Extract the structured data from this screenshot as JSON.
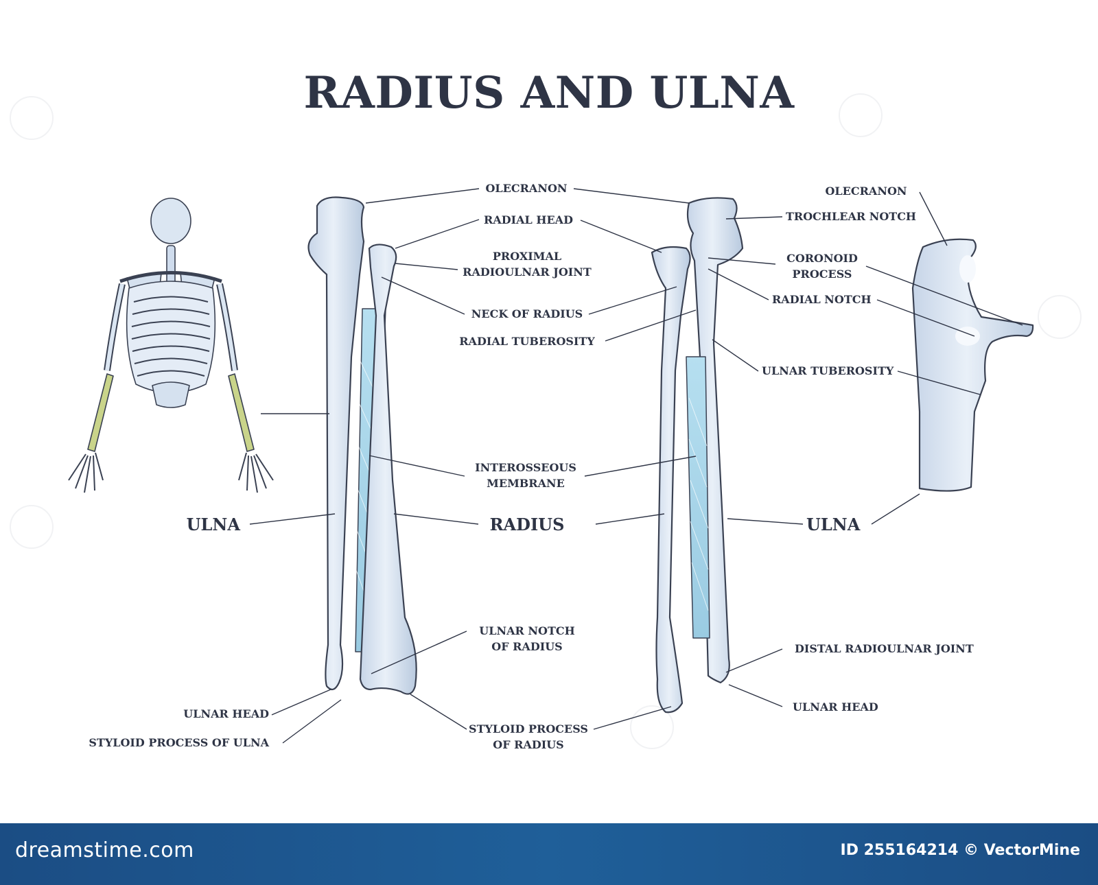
{
  "title": "RADIUS AND ULNA",
  "labels": {
    "olecranon": "OLECRANON",
    "radial_head": "RADIAL HEAD",
    "proximal_radioulnar_joint": "PROXIMAL\nRADIOULNAR JOINT",
    "neck_of_radius": "NECK OF RADIUS",
    "radial_tuberosity": "RADIAL TUBEROSITY",
    "interosseous_membrane": "INTEROSSEOUS\nMEMBRANE",
    "radius": "RADIUS",
    "ulna_left": "ULNA",
    "ulnar_notch_of_radius": "ULNAR NOTCH\nOF RADIUS",
    "ulnar_head_left": "ULNAR HEAD",
    "styloid_process_of_ulna": "STYLOID PROCESS OF ULNA",
    "styloid_process_of_radius": "STYLOID PROCESS\nOF RADIUS",
    "trochlear_notch": "TROCHLEAR NOTCH",
    "coronoid_process": "CORONOID\nPROCESS",
    "radial_notch": "RADIAL NOTCH",
    "ulnar_tuberosity": "ULNAR TUBEROSITY",
    "olecranon_right": "OLECRANON",
    "ulna_right": "ULNA",
    "distal_radioulnar_joint": "DISTAL RADIOULNAR JOINT",
    "ulnar_head_right": "ULNAR HEAD"
  },
  "footer": {
    "brand": "dreamstime.com",
    "credit": "ID 255164214 © VectorMine"
  },
  "colors": {
    "bone_fill": "#dbe6f2",
    "bone_outline": "#3a4152",
    "membrane": "#a9d5ea",
    "highlight": "#c9d48a",
    "footer": "#1f5f99"
  }
}
